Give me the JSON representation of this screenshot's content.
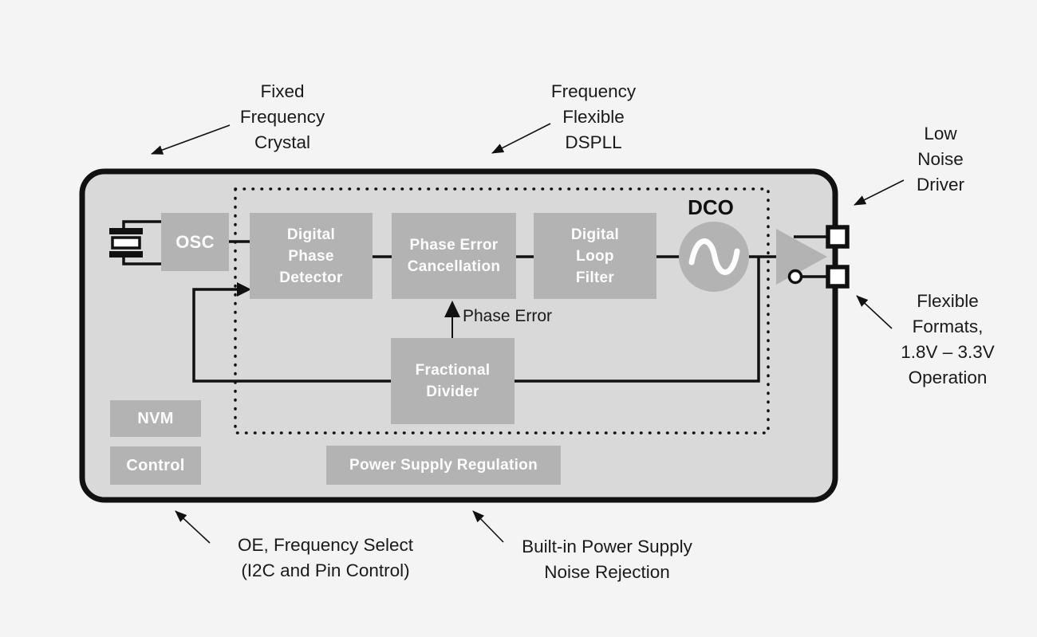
{
  "colors": {
    "page_bg": "#f4f4f4",
    "chip_fill": "#d9d9d9",
    "block_fill": "#b3b3b3",
    "block_text": "#fdfdfd",
    "line": "#111111"
  },
  "blocks": {
    "osc": "OSC",
    "digital_phase_detector": "Digital\nPhase\nDetector",
    "phase_error_cancellation": "Phase Error\nCancellation",
    "digital_loop_filter": "Digital\nLoop\nFilter",
    "fractional_divider": "Fractional\nDivider",
    "nvm": "NVM",
    "control": "Control",
    "power_supply_regulation": "Power Supply Regulation"
  },
  "labels": {
    "dco": "DCO",
    "phase_error": "Phase Error"
  },
  "annotations": {
    "fixed_crystal": "Fixed\nFrequency\nCrystal",
    "dspll": "Frequency\nFlexible\nDSPLL",
    "low_noise_driver": "Low\nNoise\nDriver",
    "flexible_formats": "Flexible\nFormats,\n1.8V – 3.3V\nOperation",
    "oe_select": "OE, Frequency Select\n(I2C and Pin Control)",
    "power_noise": "Built-in Power Supply\nNoise Rejection"
  }
}
